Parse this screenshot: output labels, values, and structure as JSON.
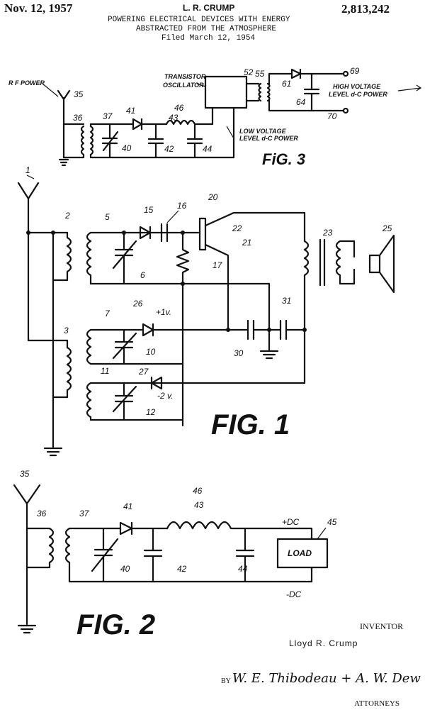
{
  "header": {
    "date": "Nov. 12, 1957",
    "inventor_name": "L. R. CRUMP",
    "patent_number": "2,813,242",
    "title_line1": "POWERING ELECTRICAL DEVICES WITH ENERGY",
    "title_line2": "ABSTRACTED FROM THE ATMOSPHERE",
    "filed": "Filed March 12, 1954"
  },
  "fig3": {
    "caption": "FiG. 3",
    "rf_power": "R F POWER",
    "transistor_oscillator_1": "TRANSISTOR",
    "transistor_oscillator_2": "OSCILLATOR",
    "low_voltage_1": "LOW VOLTAGE",
    "low_voltage_2": "LEVEL d-C POWER",
    "high_voltage_1": "HIGH VOLTAGE",
    "high_voltage_2": "LEVEL d-C POWER",
    "refs": {
      "r35": "35",
      "r36": "36",
      "r37": "37",
      "r41": "41",
      "r43": "43",
      "r46": "46",
      "r40": "40",
      "r42": "42",
      "r44": "44",
      "r52": "52",
      "r55": "55",
      "r61": "61",
      "r64": "64",
      "r69": "69",
      "r70": "70"
    }
  },
  "fig1": {
    "caption": "FIG. 1",
    "refs": {
      "r1": "1",
      "r2": "2",
      "r3": "3",
      "r5": "5",
      "r6": "6",
      "r7": "7",
      "r10": "10",
      "r11": "11",
      "r12": "12",
      "r15": "15",
      "r16": "16",
      "r17": "17",
      "r20": "20",
      "r21": "21",
      "r22": "22",
      "r23": "23",
      "r25": "25",
      "r26": "26",
      "r27": "27",
      "r30": "30",
      "r31": "31"
    },
    "plus_1v": "+1v.",
    "minus_2v": "-2 v."
  },
  "fig2": {
    "caption": "FIG. 2",
    "load": "LOAD",
    "plus_dc": "+DC",
    "minus_dc": "-DC",
    "refs": {
      "r35": "35",
      "r36": "36",
      "r37": "37",
      "r40": "40",
      "r41": "41",
      "r42": "42",
      "r43": "43",
      "r44": "44",
      "r45": "45",
      "r46": "46"
    }
  },
  "footer": {
    "inventor_label": "INVENTOR",
    "inventor_name": "Lloyd   R. Crump",
    "by": "BY",
    "attorneys_signature": "W. E. Thibodeau + A. W. Dew",
    "attorneys_label": "ATTORNEYS"
  }
}
